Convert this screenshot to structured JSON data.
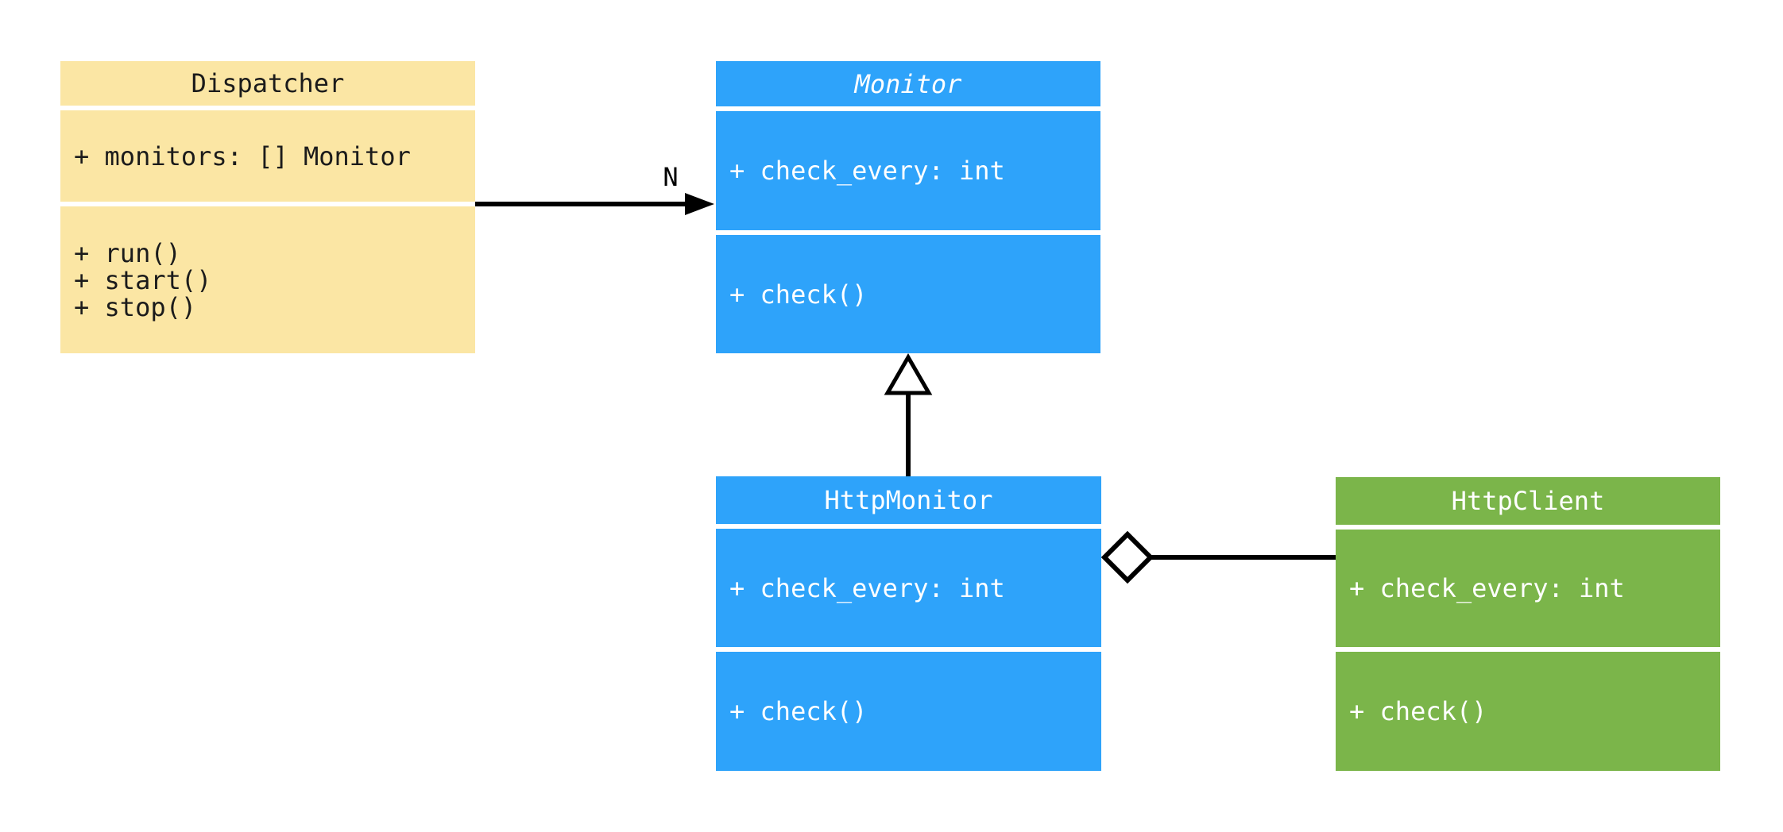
{
  "diagram": {
    "type": "uml-class-diagram",
    "background_color": "#FFFFFF",
    "connector_color": "#000000",
    "classes": [
      {
        "name": "Dispatcher",
        "abstract": false,
        "attributes": [
          "+ monitors: [] Monitor"
        ],
        "methods": [
          "+ run()",
          "+ start()",
          "+ stop()"
        ],
        "fill": "#FBE6A4",
        "text_color": "#1B1B1B"
      },
      {
        "name": "Monitor",
        "abstract": true,
        "attributes": [
          "+ check_every: int"
        ],
        "methods": [
          "+ check()"
        ],
        "fill": "#2EA3FA",
        "text_color": "#FFFFFF"
      },
      {
        "name": "HttpMonitor",
        "abstract": false,
        "attributes": [
          "+ check_every: int"
        ],
        "methods": [
          "+ check()"
        ],
        "fill": "#2EA3FA",
        "text_color": "#FFFFFF"
      },
      {
        "name": "HttpClient",
        "abstract": false,
        "attributes": [
          "+ check_every: int"
        ],
        "methods": [
          "+ check()"
        ],
        "fill": "#7BB54A",
        "text_color": "#FFFFFF"
      }
    ],
    "relationships": [
      {
        "type": "association",
        "from": "Dispatcher",
        "to": "Monitor",
        "multiplicity_label": "N"
      },
      {
        "type": "inheritance",
        "from": "HttpMonitor",
        "to": "Monitor"
      },
      {
        "type": "aggregation",
        "whole": "HttpMonitor",
        "part": "HttpClient"
      }
    ]
  }
}
